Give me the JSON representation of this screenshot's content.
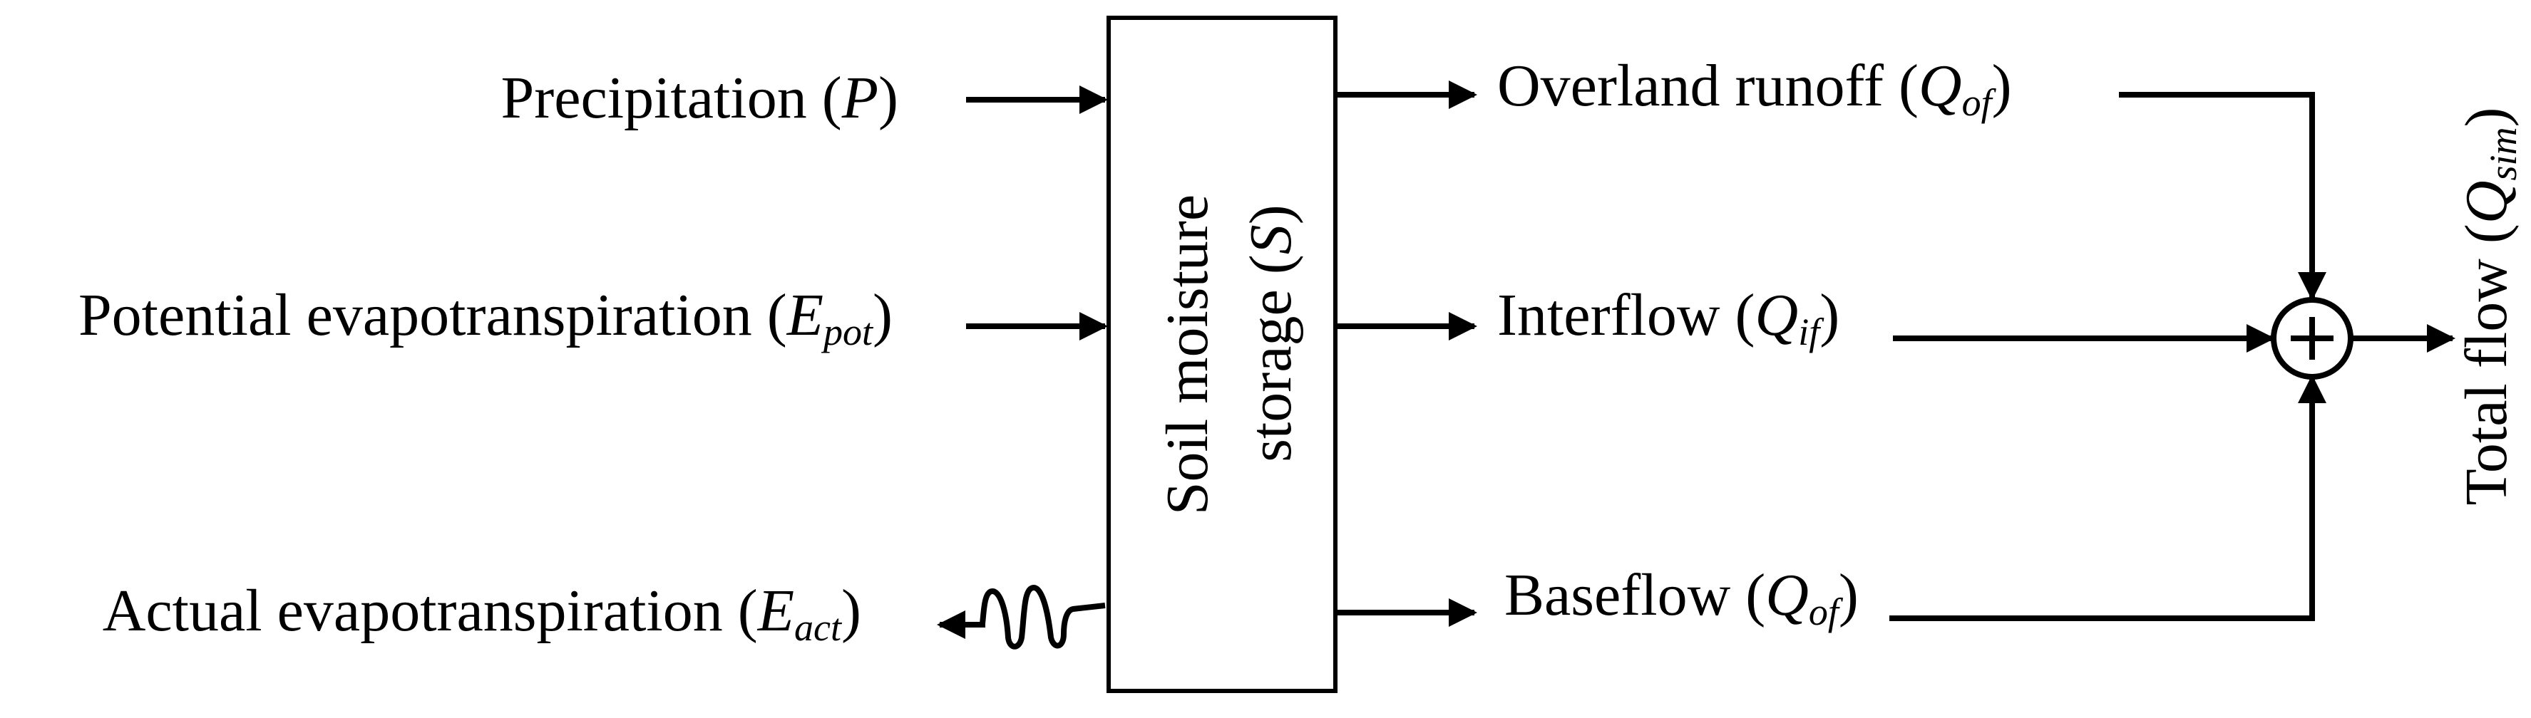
{
  "inputs": {
    "precipitation": {
      "text": "Precipitation (",
      "symbol": "P",
      "close": ")"
    },
    "potential_et": {
      "text": "Potential evapotranspiration (",
      "symbol": "E",
      "sub": "pot",
      "close": ")"
    },
    "actual_et": {
      "text": "Actual evapotranspiration (",
      "symbol": "E",
      "sub": "act",
      "close": ")"
    }
  },
  "storage": {
    "line1": "Soil moisture",
    "line2_text": "storage (",
    "symbol": "S",
    "close": ")"
  },
  "outputs": {
    "overland": {
      "text": "Overland runoff (",
      "symbol": "Q",
      "sub": "of",
      "close": ")"
    },
    "interflow": {
      "text": "Interflow (",
      "symbol": "Q",
      "sub": "if",
      "close": ")"
    },
    "baseflow": {
      "text": "Baseflow (",
      "symbol": "Q",
      "sub": "of",
      "close": ")"
    }
  },
  "total": {
    "text": "Total flow (",
    "symbol": "Q",
    "sub": "sim",
    "close": ")"
  }
}
